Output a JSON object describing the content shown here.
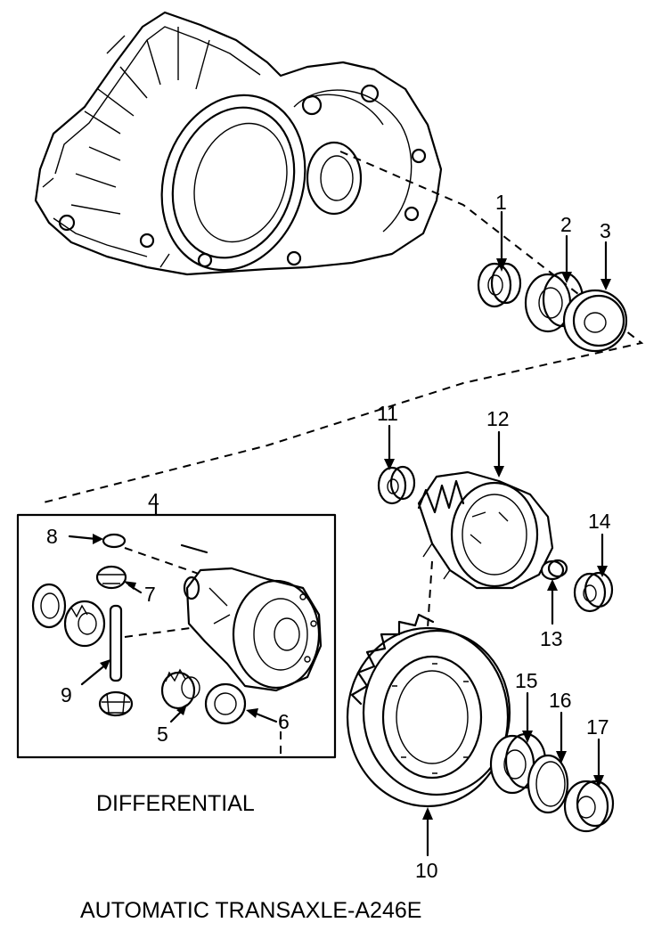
{
  "callouts": [
    {
      "id": "1",
      "text": "1"
    },
    {
      "id": "2",
      "text": "2"
    },
    {
      "id": "3",
      "text": "3"
    },
    {
      "id": "4",
      "text": "4"
    },
    {
      "id": "5",
      "text": "5"
    },
    {
      "id": "6",
      "text": "6"
    },
    {
      "id": "7",
      "text": "7"
    },
    {
      "id": "8",
      "text": "8"
    },
    {
      "id": "9",
      "text": "9"
    },
    {
      "id": "10",
      "text": "10"
    },
    {
      "id": "11",
      "text": "11"
    },
    {
      "id": "12",
      "text": "12"
    },
    {
      "id": "13",
      "text": "13"
    },
    {
      "id": "14",
      "text": "14"
    },
    {
      "id": "15",
      "text": "15"
    },
    {
      "id": "16",
      "text": "16"
    },
    {
      "id": "17",
      "text": "17"
    }
  ],
  "captions": {
    "section": "DIFFERENTIAL",
    "title": "AUTOMATIC TRANSAXLE-A246E"
  }
}
